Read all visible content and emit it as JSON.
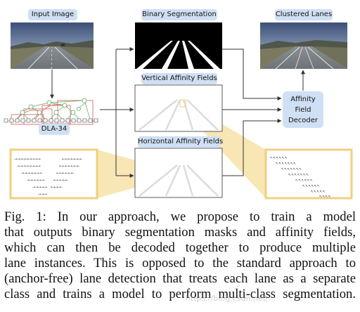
{
  "labels": {
    "input_image": "Input Image",
    "binary_segmentation": "Binary Segmentation",
    "clustered_lanes": "Clustered Lanes",
    "vertical_affinity": "Vertical Affinity Fields",
    "horizontal_affinity": "Horizontal Affinity Fields",
    "backbone": "DLA-34",
    "decoder_line1": "Affinity",
    "decoder_line2": "Field",
    "decoder_line3": "Decoder"
  },
  "caption": {
    "line1": "Fig. 1: In our approach, we propose to train a model",
    "line2": "that outputs binary segmentation masks and affinity fields,",
    "line3": "which can then be decoded together to produce multiple",
    "line4": "lane instances. This is opposed to the standard approach to",
    "line5": "(anchor-free) lane detection that treats each lane as a separate",
    "line6": "class and trains a model to perform multi-class segmentation."
  },
  "watermark": "https://blog.csdn.net/...",
  "colors": {
    "label_fill": "#cfe0f4",
    "highlight": "#f5dc96",
    "dla_node": "#5aa860",
    "dla_skip": "#e07a7a",
    "lane_mark": "#e7e7e7",
    "arrow": "#333333"
  }
}
